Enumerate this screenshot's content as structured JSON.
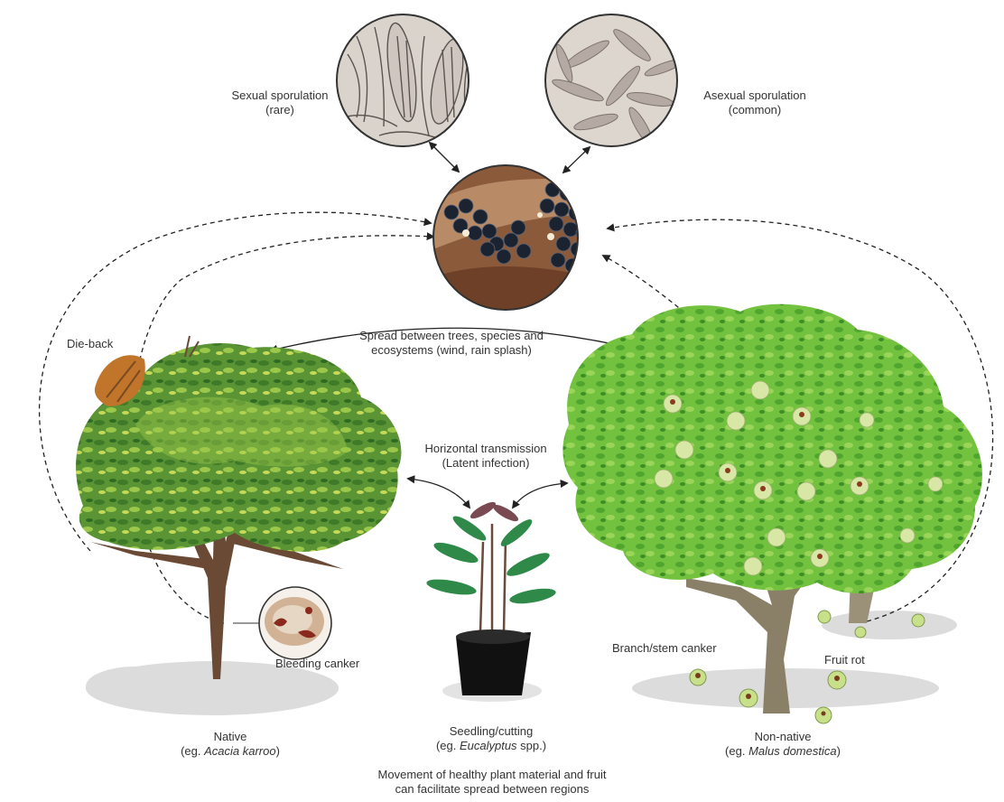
{
  "labels": {
    "sexual_sporulation": "Sexual sporulation",
    "sexual_sporulation_note": "(rare)",
    "asexual_sporulation": "Asexual sporulation",
    "asexual_sporulation_note": "(common)",
    "spread_line1": "Spread between trees, species and",
    "spread_line2": "ecosystems (wind, rain splash)",
    "die_back": "Die-back",
    "horizontal_line1": "Horizontal transmission",
    "horizontal_line2": "(Latent infection)",
    "bleeding_canker": "Bleeding canker",
    "branch_stem_canker": "Branch/stem canker",
    "fruit_rot": "Fruit rot",
    "native": "Native",
    "native_example_prefix": "(eg. ",
    "native_example_species": "Acacia karroo",
    "native_example_suffix": ")",
    "seedling": "Seedling/cutting",
    "seedling_example_prefix": "(eg. ",
    "seedling_example_species": "Eucalyptus",
    "seedling_example_suffix": " spp.)",
    "non_native": "Non-native",
    "non_native_example_prefix": "(eg. ",
    "non_native_example_species": "Malus domestica",
    "non_native_example_suffix": ")",
    "footer_line1": "Movement of healthy plant material and fruit",
    "footer_line2": "can facilitate spread between regions"
  },
  "colors": {
    "foliage_dark": "#4f8a2e",
    "foliage_light": "#8cc63f",
    "apple_foliage": "#6bbf3a",
    "trunk": "#6b4a35",
    "apple_trunk": "#8a8068",
    "dieback": "#c0752b",
    "fruit": "#d8e6a6",
    "ground_shadow": "#dcdcdc",
    "arrow": "#222222"
  }
}
